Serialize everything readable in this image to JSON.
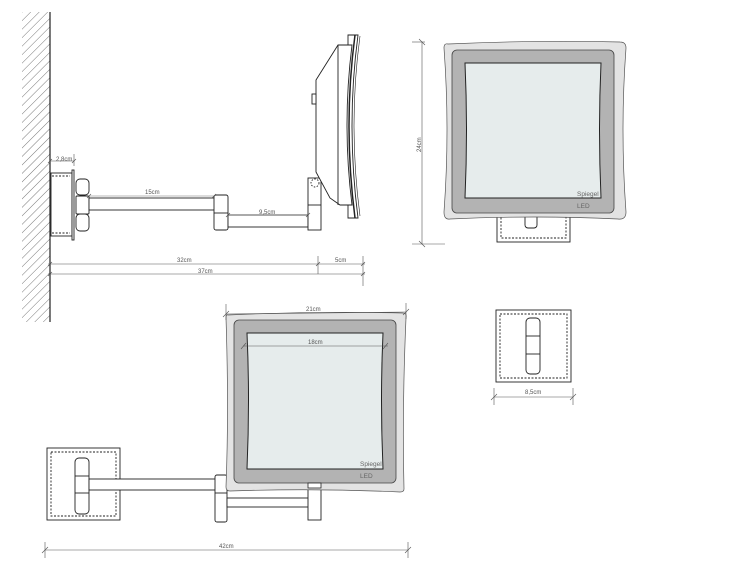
{
  "colors": {
    "line": "#222222",
    "dim_line": "#555555",
    "frame_outer": "#e3e3e3",
    "frame_mid": "#b3b3b3",
    "glass": "#e6ecec",
    "hatch": "#555555"
  },
  "side_view": {
    "dims": {
      "plate_depth": "2,8cm",
      "arm1": "15cm",
      "arm2": "9,5cm",
      "reach": "32cm",
      "mirror_depth": "5cm",
      "total": "37cm"
    }
  },
  "front_view": {
    "height": "24cm",
    "mirror_label": "Spiegel",
    "led_label": "LED"
  },
  "top_view": {
    "frame_width": "21cm",
    "glass_width": "18cm",
    "mirror_label": "Spiegel",
    "led_label": "LED",
    "total_width": "42cm"
  },
  "wall_plate_view": {
    "width": "8,5cm"
  }
}
